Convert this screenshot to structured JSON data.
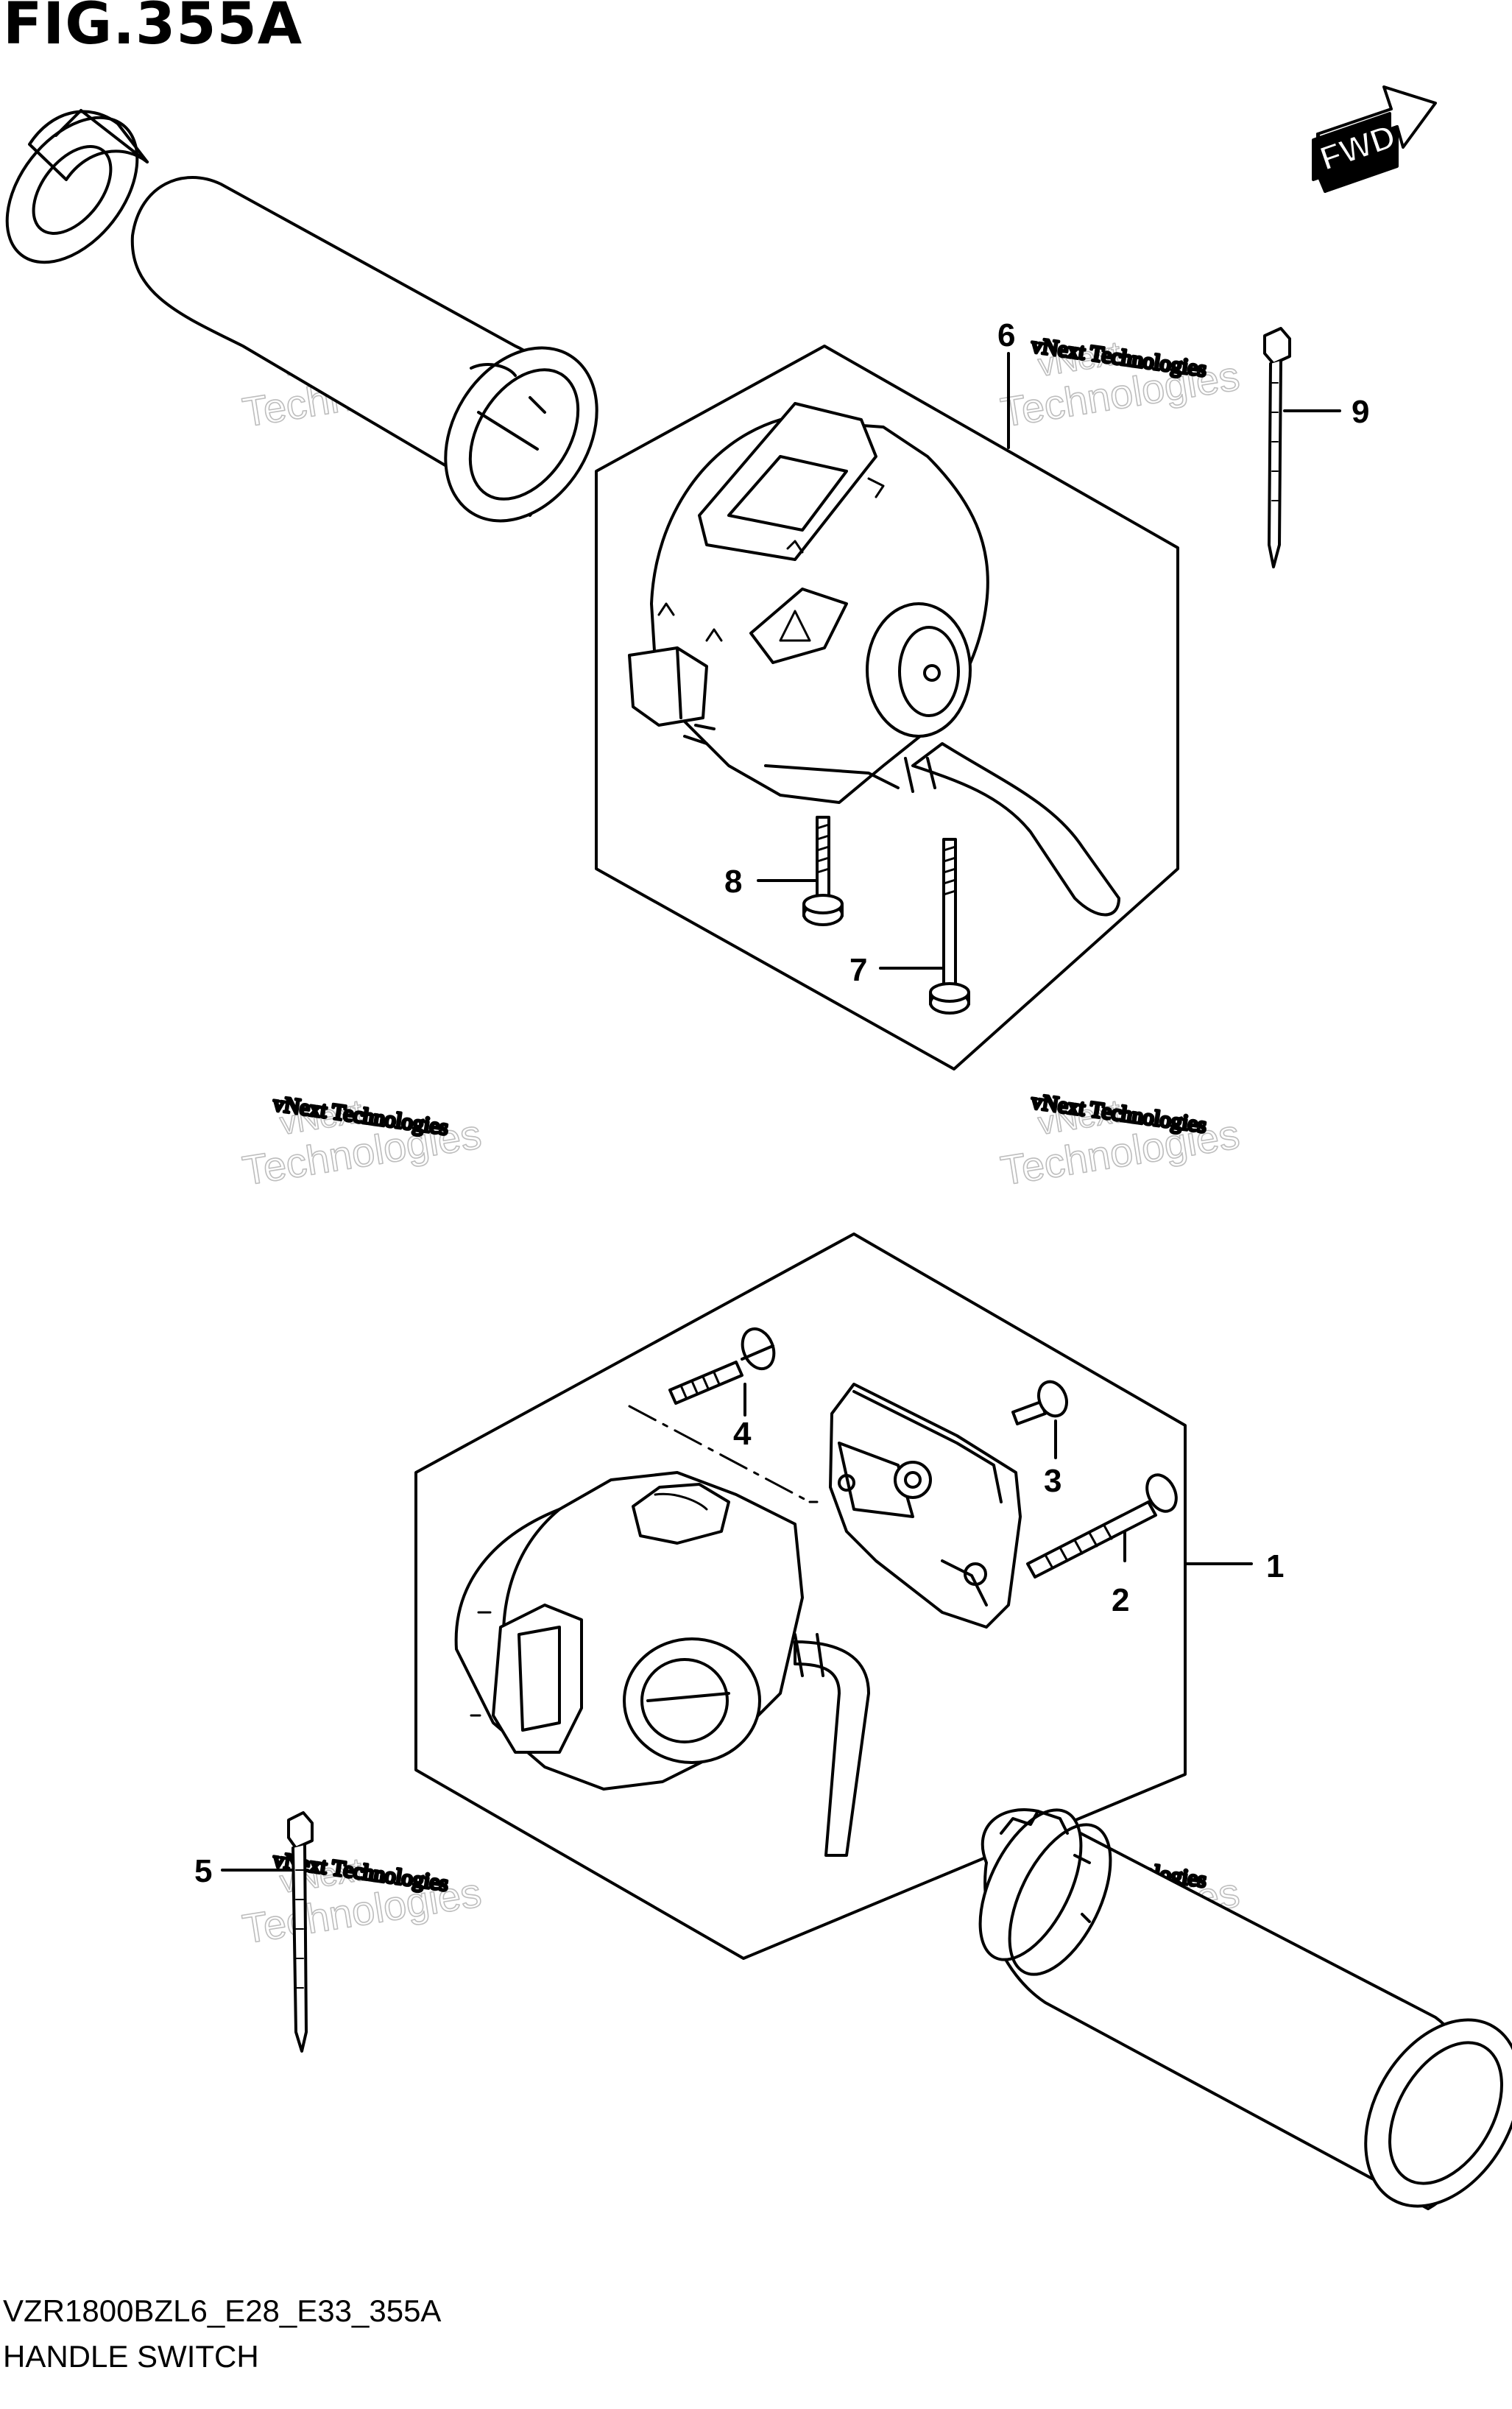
{
  "figure": {
    "title": "FIG.355A",
    "code": "VZR1800BZL6_E28_E33_355A",
    "name": "HANDLE SWITCH"
  },
  "fwd_label": "FWD",
  "callouts": [
    "1",
    "2",
    "3",
    "4",
    "5",
    "6",
    "7",
    "8",
    "9"
  ],
  "watermark": {
    "line1": "vNext Technologies",
    "line2": "Technologies",
    "line3": "vNext"
  }
}
